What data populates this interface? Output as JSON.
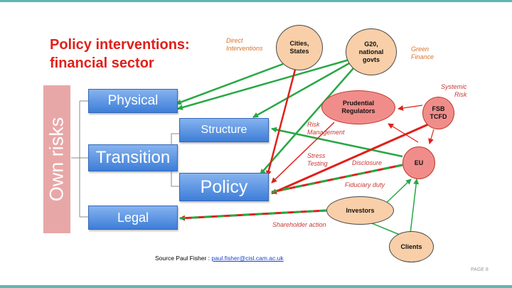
{
  "title": [
    "Policy interventions:",
    "financial sector"
  ],
  "own_risks": "Own risks",
  "boxes": {
    "physical": "Physical",
    "transition": "Transition",
    "legal": "Legal",
    "structure": "Structure",
    "policy": "Policy"
  },
  "nodes": {
    "cities": "Cities,\nStates",
    "g20": "G20,\nnational\ngovts",
    "prudential": "Prudential\nRegulators",
    "fsb": "FSB\nTCFD",
    "eu": "EU",
    "investors": "Investors",
    "clients": "Clients"
  },
  "labels": {
    "direct": "Direct\nInterventions",
    "green": "Green\nFinance",
    "systemic": "Systemic\nRisk",
    "risk_mgmt": "Risk\nManagement",
    "stress": "Stress\nTesting",
    "disclosure": "Disclosure",
    "fiduciary": "Fiduciary duty",
    "shareholder": "Shareholder action"
  },
  "source_text": "Source Paul Fisher : ",
  "source_email": "paul.fisher@cisl.cam.ac.uk",
  "page_label": "PAGE 8",
  "colors": {
    "accent_teal": "#5fb7b0",
    "title_red": "#e0201a",
    "arrow_green": "#27a844",
    "arrow_red": "#e0201a"
  }
}
